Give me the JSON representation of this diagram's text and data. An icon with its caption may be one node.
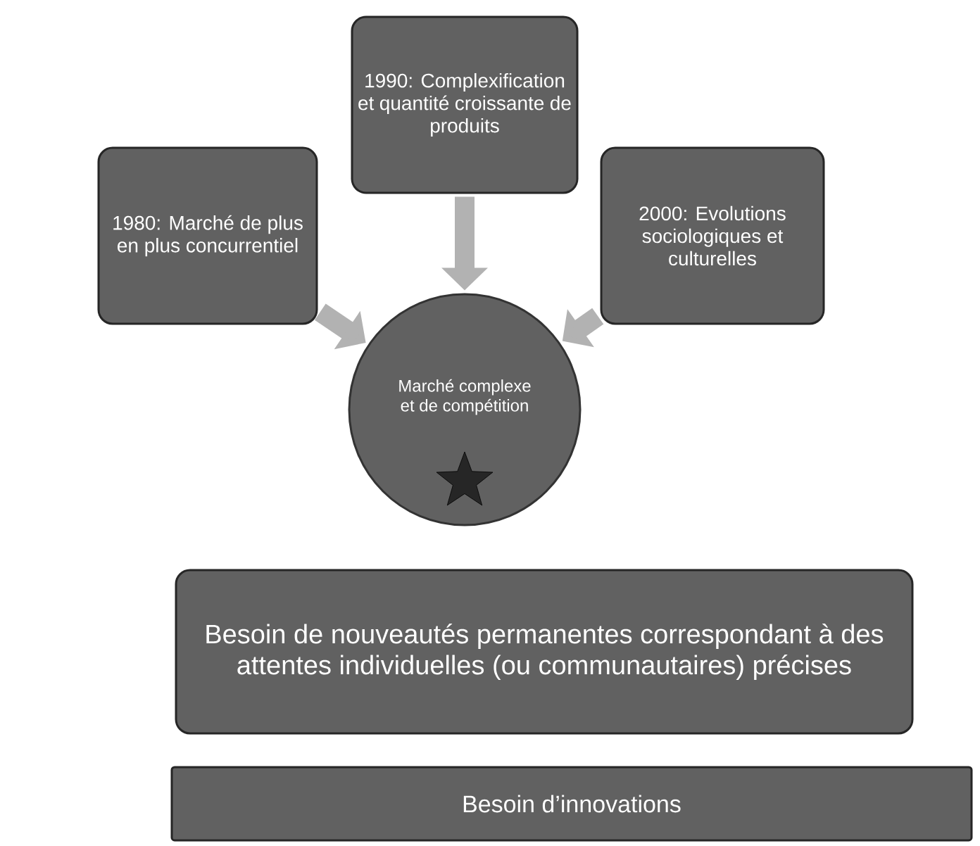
{
  "diagram": {
    "nodes": [
      {
        "text": [
          "1980: Marché de plus en plus concurrentiel"
        ]
      },
      {
        "text": [
          "1990: Complexification et quantité croissante de produits"
        ]
      },
      {
        "text": [
          "2000: Evolutions sociologiques et culturelles"
        ]
      },
      {
        "text": [
          "Marché complexe et de compétition"
        ]
      },
      {
        "text": [
          "Besoin de nouveautés permanentes correspondant à des attentes individuelles (ou communautaires) précises"
        ]
      },
      {
        "text": [
          "Besoin d’innovations"
        ]
      }
    ],
    "edges": [
      {
        "from": 0,
        "to": 3,
        "arrow": "to"
      },
      {
        "from": 1,
        "to": 3,
        "arrow": "to"
      },
      {
        "from": 2,
        "to": 3,
        "arrow": "to"
      }
    ]
  }
}
